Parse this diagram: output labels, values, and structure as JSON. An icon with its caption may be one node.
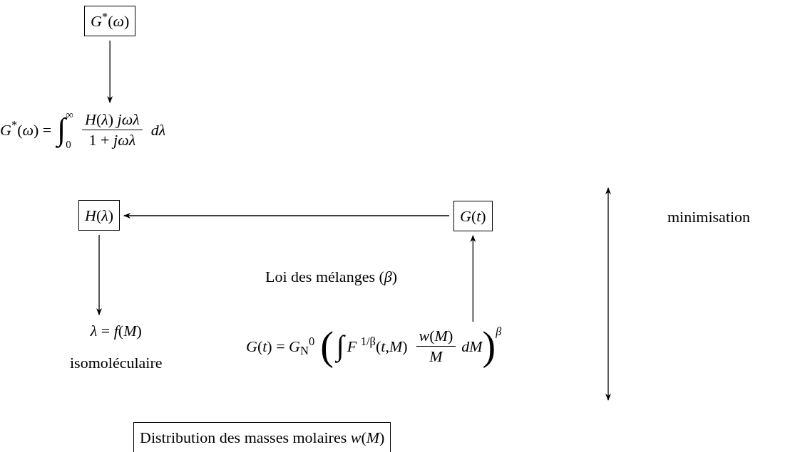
{
  "diagram": {
    "nodes": [
      {
        "text": [
          "*G*$^{*}$(*ω*)"
        ]
      },
      {
        "text": [
          "*G*$^{*}$(*ω*) =",
          "∫",
          "∞",
          "0",
          "*H*(*λ*) *jωλ*",
          "1 + *jωλ*",
          "*dλ*"
        ]
      },
      {
        "text": [
          "*H*(*λ*)"
        ]
      },
      {
        "text": [
          "*G*(*t*)"
        ]
      },
      {
        "text": [
          "*λ* = *f*(*M*)",
          "isomoléculaire"
        ]
      },
      {
        "text": [
          "*G*(*t*) = *G*$_{N}$$^{0}$",
          "(",
          "∫",
          "*F* $^{1/β}$(*t*,*M*)",
          "*w*(*M*)",
          "*M*",
          "*dM*",
          ")",
          "*β*"
        ]
      },
      {
        "text": [
          "Distribution des masses molaires *w*(*M*)"
        ]
      }
    ],
    "edges": [
      {
        "from": 0,
        "to": 1,
        "arrow": "to"
      },
      {
        "from": 3,
        "to": 2,
        "arrow": "to"
      },
      {
        "from": 2,
        "to": 4,
        "arrow": "to"
      },
      {
        "from": 5,
        "to": 3,
        "arrow": "to",
        "label": "Loi des mélanges (*β*)"
      }
    ],
    "labels": [
      "minimisation"
    ]
  }
}
